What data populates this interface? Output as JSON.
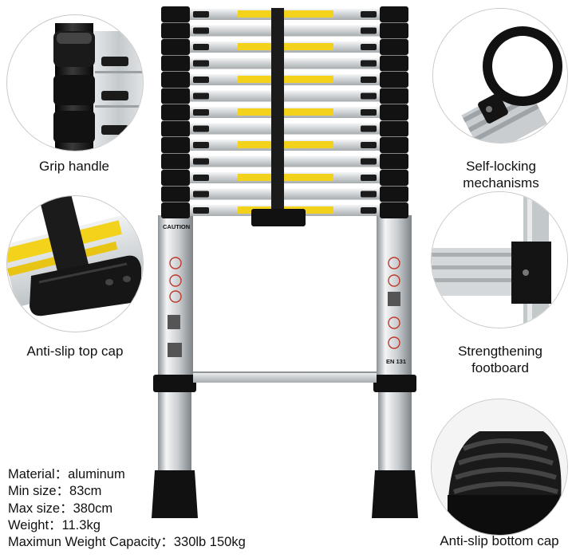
{
  "features": {
    "grip_handle": {
      "label": "Grip handle",
      "icon": "grip-handle-closeup"
    },
    "self_locking": {
      "label_line1": "Self-locking",
      "label_line2": "mechanisms",
      "icon": "locking-ring-closeup"
    },
    "top_cap": {
      "label": "Anti-slip top cap",
      "icon": "top-cap-closeup"
    },
    "footboard": {
      "label_line1": "Strengthening",
      "label_line2": "footboard",
      "icon": "footboard-closeup"
    },
    "bottom_cap": {
      "label": "Anti-slip bottom cap",
      "icon": "bottom-cap-closeup"
    }
  },
  "ladder": {
    "caution_label": "CAUTION",
    "standard_label": "EN 131",
    "rung_count": 13,
    "colors": {
      "aluminum": "#cfd3d6",
      "black": "#121212",
      "warning_yellow": "#f2d21b",
      "strap": "#1b1b1b"
    }
  },
  "specs": {
    "material": "Material：aluminum",
    "min_size": "Min size：83cm",
    "max_size": "Max size：380cm",
    "weight": "Weight：11.3kg",
    "capacity": "Maximun Weight Capacity：330lb 150kg"
  }
}
